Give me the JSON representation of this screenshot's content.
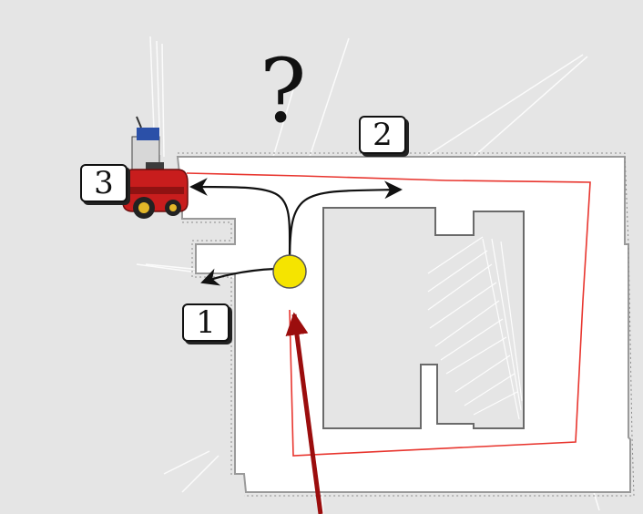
{
  "labels": {
    "option_1": "1",
    "option_2": "2",
    "option_3": "3",
    "unknown": "?"
  },
  "colors": {
    "background": "#e5e5e5",
    "free_space": "#ffffff",
    "trajectory": "#e8352e",
    "robot_position": "#f5e400",
    "incoming_arrow": "#9b0d0d",
    "branch_arrows": "#111111",
    "robot_body": "#c81d1d"
  },
  "icons": {
    "robot": "mobile-robot-icon"
  }
}
